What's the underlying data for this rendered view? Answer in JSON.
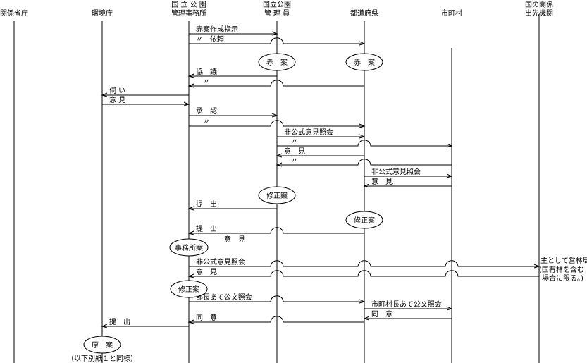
{
  "lanes": [
    {
      "id": "ministries",
      "lines": [
        "関係省庁"
      ]
    },
    {
      "id": "env",
      "lines": [
        "環境庁"
      ]
    },
    {
      "id": "office",
      "lines": [
        "国 立 公 園",
        "管理事務所"
      ]
    },
    {
      "id": "ranger",
      "lines": [
        "国立公園",
        "管 理 員"
      ]
    },
    {
      "id": "pref",
      "lines": [
        "都道府県"
      ]
    },
    {
      "id": "muni",
      "lines": [
        "市町村"
      ]
    },
    {
      "id": "national",
      "lines": [
        "国の関係",
        "出先機関"
      ]
    }
  ],
  "messages": [
    {
      "from": "office",
      "to": "ranger",
      "label": "赤案作成指示"
    },
    {
      "from": "office",
      "to": "pref",
      "label": "〃　依頼"
    },
    {
      "from": "ranger",
      "to": "office",
      "label": "協　議"
    },
    {
      "from": "pref",
      "to": "office",
      "label": "〃"
    },
    {
      "from": "office",
      "to": "env",
      "label": "伺 い"
    },
    {
      "from": "env",
      "to": "office",
      "label": "意 見"
    },
    {
      "from": "office",
      "to": "ranger",
      "label": "承　認"
    },
    {
      "from": "office",
      "to": "pref",
      "label": "〃"
    },
    {
      "from": "ranger",
      "to": "pref",
      "label": "非公式意見照会"
    },
    {
      "from": "ranger",
      "to": "muni",
      "label": "〃"
    },
    {
      "from": "pref",
      "to": "ranger",
      "label": "意　見"
    },
    {
      "from": "muni",
      "to": "ranger",
      "label": "〃"
    },
    {
      "from": "pref",
      "to": "muni",
      "label": "非公式意見照会"
    },
    {
      "from": "muni",
      "to": "pref",
      "label": "意　見"
    },
    {
      "from": "ranger",
      "to": "office",
      "label": "提　出"
    },
    {
      "from": "pref",
      "to": "office",
      "label": "提　出"
    },
    {
      "from": "office",
      "to": "national",
      "label": "非公式意見照会"
    },
    {
      "from": "national",
      "to": "office",
      "label": "意　見"
    },
    {
      "from": "office",
      "to": "pref",
      "label": "部長あて公文照会"
    },
    {
      "from": "pref",
      "to": "muni",
      "label": "市町村長あて公文照会"
    },
    {
      "from": "muni",
      "to": "pref",
      "label": "同　意"
    },
    {
      "from": "pref",
      "to": "office",
      "label": "同　意"
    },
    {
      "from": "office",
      "to": "env",
      "label": "提　出"
    }
  ],
  "nodes": [
    {
      "lane": "ranger",
      "label": "赤　案"
    },
    {
      "lane": "pref",
      "label": "赤　案"
    },
    {
      "lane": "ranger",
      "label": "修正案"
    },
    {
      "lane": "pref",
      "label": "修正案"
    },
    {
      "lane": "office",
      "label": "事務所案"
    },
    {
      "lane": "office",
      "label": "修正案"
    },
    {
      "lane": "env",
      "label": "原　案"
    }
  ],
  "notes": {
    "floating_opinion": "意　見",
    "national_note": [
      "主として営林局",
      "(国有林を含む",
      "場合に限る。)"
    ],
    "footer": "（以下別紙１と同様）"
  }
}
